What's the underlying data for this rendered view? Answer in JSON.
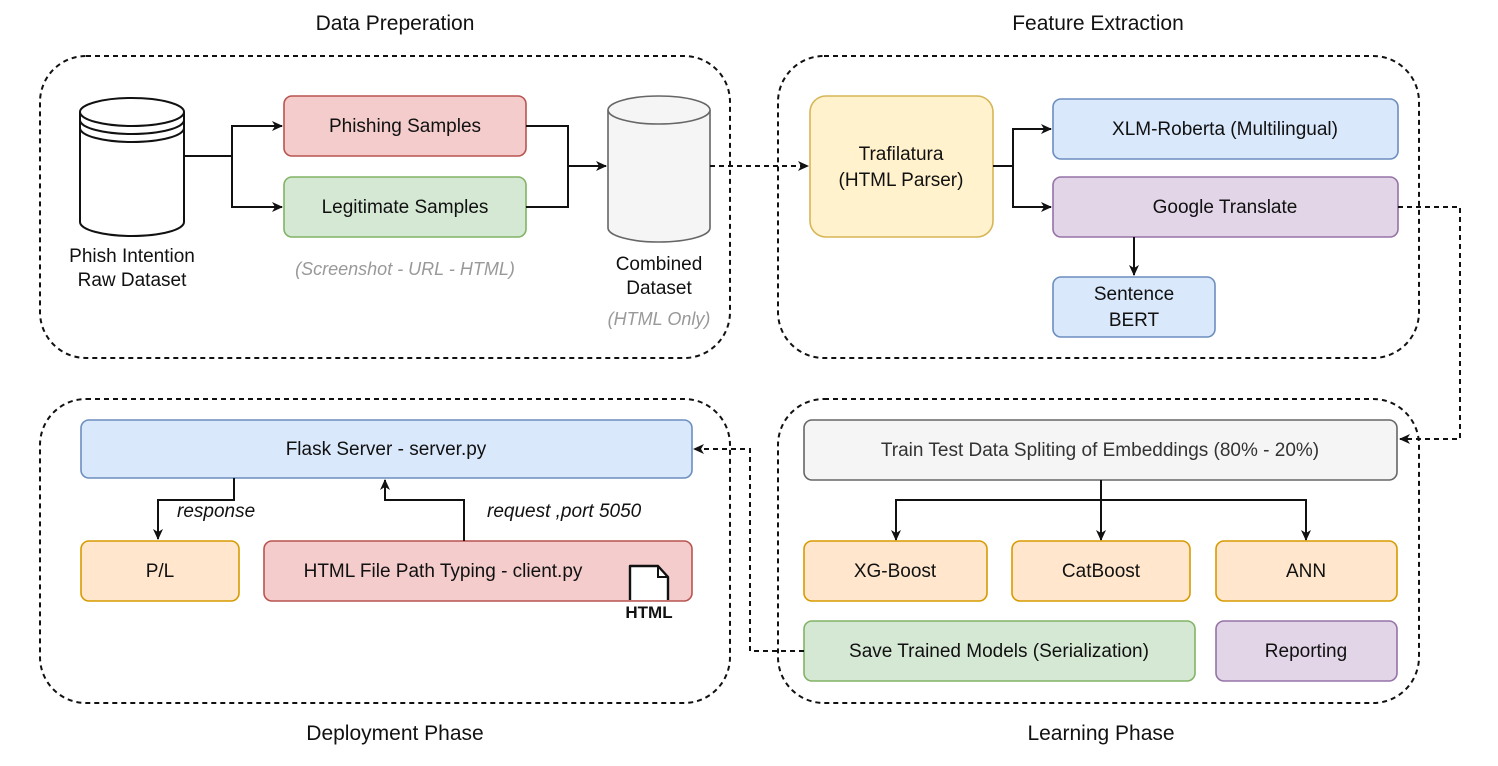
{
  "sections": {
    "data_prep": "Data Preperation",
    "feature_extraction": "Feature Extraction",
    "deployment": "Deployment Phase",
    "learning": "Learning Phase"
  },
  "data_prep": {
    "raw_dataset_line1": "Phish Intention",
    "raw_dataset_line2": "Raw Dataset",
    "phishing": "Phishing Samples",
    "legitimate": "Legitimate Samples",
    "samples_note": "(Screenshot - URL - HTML)",
    "combined_line1": "Combined",
    "combined_line2": "Dataset",
    "combined_note": "(HTML Only)"
  },
  "feature_extraction": {
    "trafilatura_line1": "Trafilatura",
    "trafilatura_line2": "(HTML Parser)",
    "xlm": "XLM-Roberta (Multilingual)",
    "google": "Google Translate",
    "sbert_line1": "Sentence",
    "sbert_line2": "BERT"
  },
  "learning": {
    "split": "Train Test Data Spliting of Embeddings (80% - 20%)",
    "xgboost": "XG-Boost",
    "catboost": "CatBoost",
    "ann": "ANN",
    "save": "Save Trained Models (Serialization)",
    "reporting": "Reporting"
  },
  "deployment": {
    "flask": "Flask Server - server.py",
    "response": "response",
    "request": "request ,port 5050",
    "pl": "P/L",
    "client": "HTML File Path Typing - client.py",
    "html_icon_label": "HTML"
  },
  "colors": {
    "red": "#f4cccc",
    "green": "#d5e8d4",
    "blue": "#dae8fc",
    "yellow": "#fff2cc",
    "purple": "#e1d5e7",
    "orange": "#ffe6cc",
    "gray": "#f5f5f5"
  },
  "icons": [
    "database-cylinder-icon",
    "html-file-icon"
  ]
}
